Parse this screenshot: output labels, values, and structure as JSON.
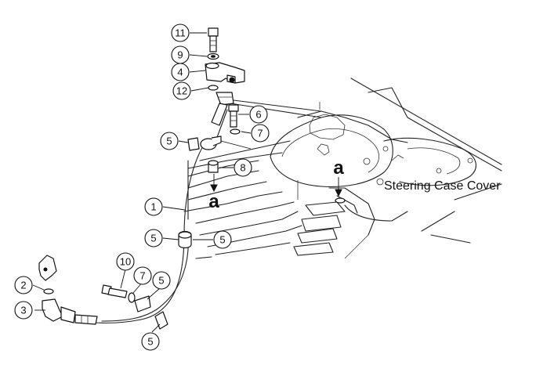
{
  "callouts": [
    "11",
    "9",
    "4",
    "12",
    "6",
    "7",
    "5",
    "8",
    "1",
    "5",
    "5",
    "10",
    "7",
    "5",
    "2",
    "3",
    "5"
  ],
  "markers": [
    "a",
    "a"
  ],
  "labels": {
    "steering_case_cover": "Steering Case Cover"
  }
}
